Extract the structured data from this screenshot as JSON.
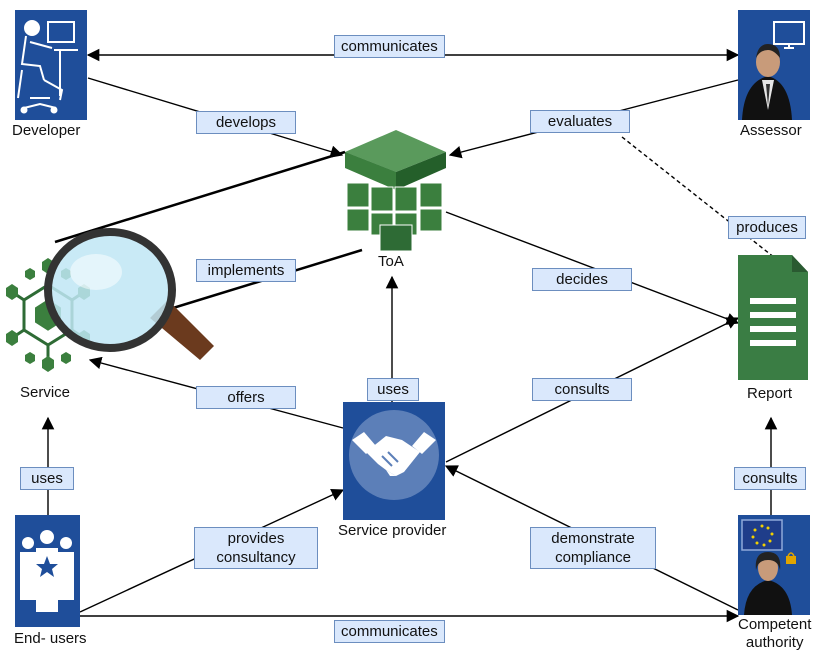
{
  "nodes": {
    "developer": "Developer",
    "assessor": "Assessor",
    "toa": "ToA",
    "service": "Service",
    "report": "Report",
    "service_provider": "Service provider",
    "end_users": "End- users",
    "competent_authority": "Competent\nauthority"
  },
  "edges": {
    "communicates_top": "communicates",
    "develops": "develops",
    "evaluates": "evaluates",
    "produces": "produces",
    "implements": "implements",
    "decides": "decides",
    "uses_sp": "uses",
    "offers": "offers",
    "consults_sp": "consults",
    "uses_end": "uses",
    "consults_ca": "consults",
    "provides_consultancy": "provides\nconsultancy",
    "demonstrate_compliance": "demonstrate\ncompliance",
    "communicates_bottom": "communicates"
  },
  "colors": {
    "icon_blue": "#1f4e9a",
    "toa_green": "#2e6b35",
    "report_green": "#3a7d44",
    "label_fill": "#dae8fc",
    "label_border": "#6c8ebf"
  },
  "icons": [
    "developer-icon",
    "assessor-icon",
    "toa-stack-icon",
    "service-icon",
    "magnifier-icon",
    "report-icon",
    "handshake-icon",
    "end-users-icon",
    "competent-authority-icon"
  ]
}
